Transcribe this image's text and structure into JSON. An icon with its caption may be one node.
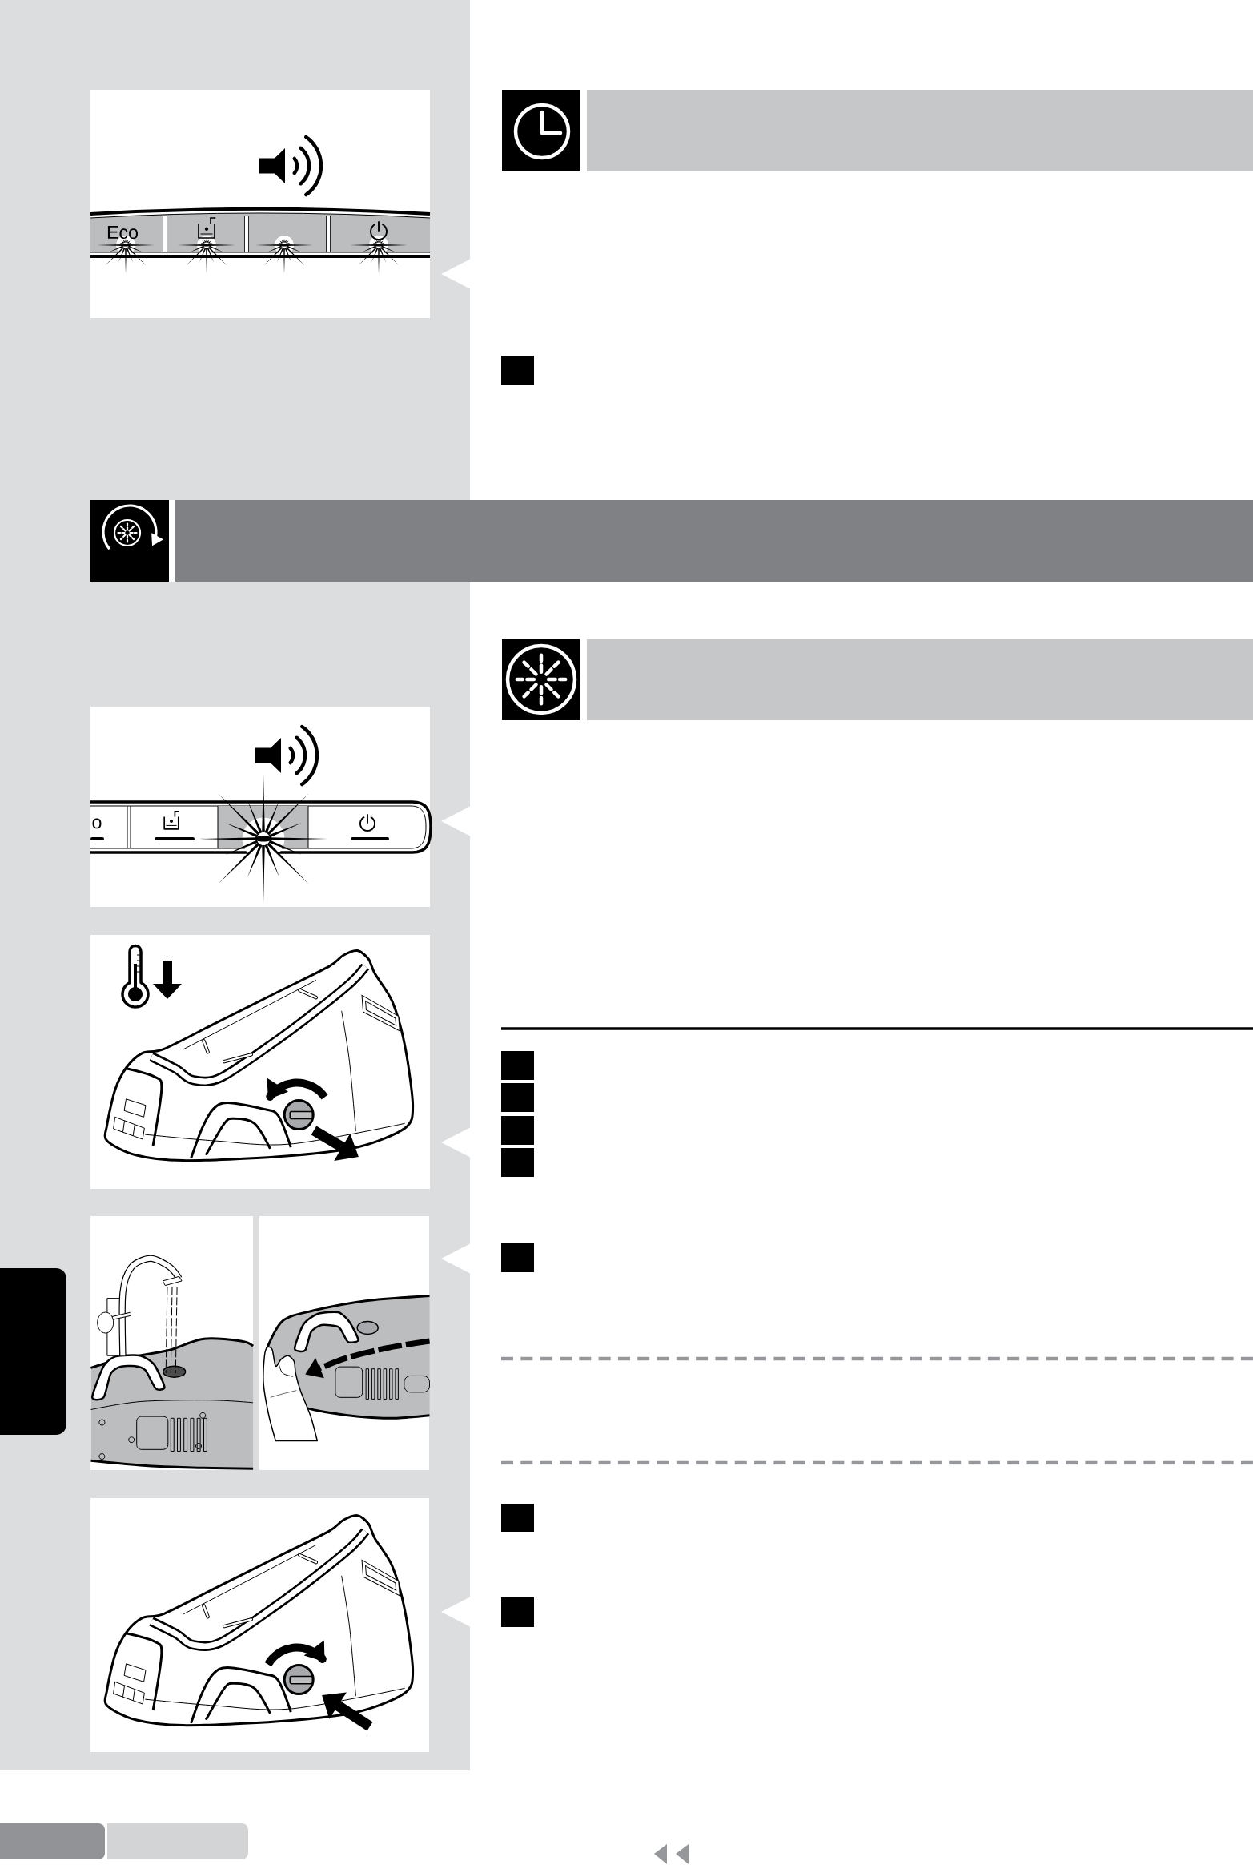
{
  "diagram": {
    "nodes": [
      {
        "text": [],
        "shape": "box"
      }
    ],
    "labels": [
      "Eco",
      "o"
    ]
  }
}
